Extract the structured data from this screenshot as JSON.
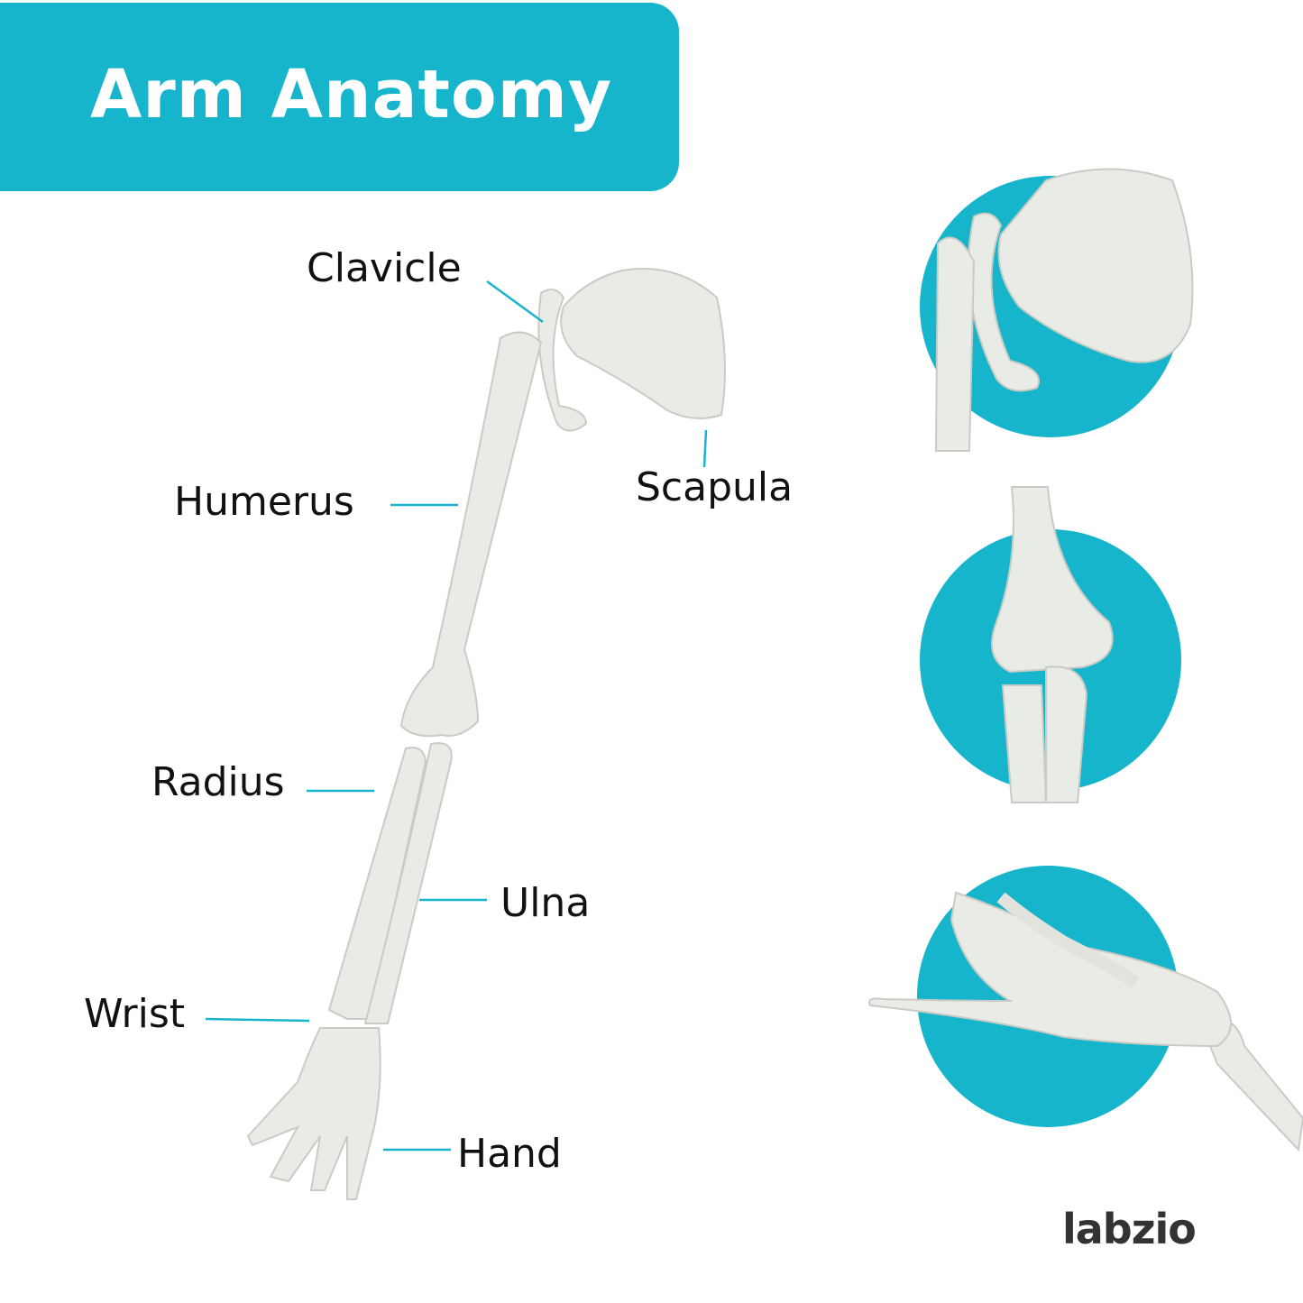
{
  "title": "Arm Anatomy",
  "labels": {
    "clavicle": "Clavicle",
    "humerus": "Humerus",
    "scapula": "Scapula",
    "radius": "Radius",
    "ulna": "Ulna",
    "wrist": "Wrist",
    "hand": "Hand"
  },
  "logo": "labzio",
  "colors": {
    "accent": "#17b5cc",
    "bone": "#e9ebe6",
    "text": "#111111",
    "logo_dark": "#333333"
  }
}
